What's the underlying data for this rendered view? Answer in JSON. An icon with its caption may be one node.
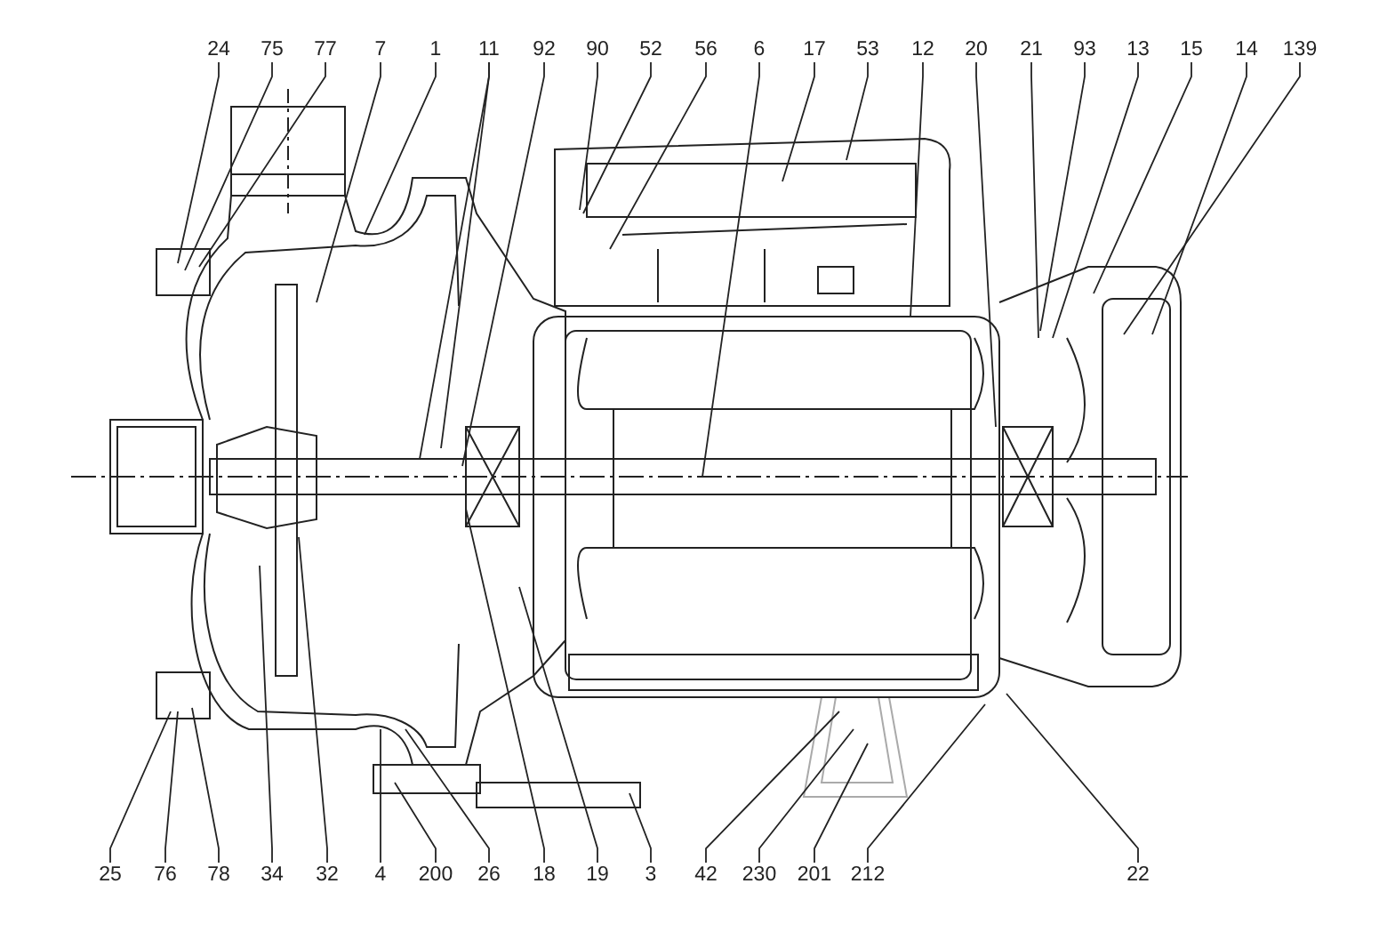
{
  "diagram": {
    "nodes": [
      {
        "text": [
          "24"
        ]
      },
      {
        "text": [
          "75"
        ]
      },
      {
        "text": [
          "77"
        ]
      },
      {
        "text": [
          "7"
        ]
      },
      {
        "text": [
          "1"
        ]
      },
      {
        "text": [
          "11"
        ]
      },
      {
        "text": [
          "92"
        ]
      },
      {
        "text": [
          "90"
        ]
      },
      {
        "text": [
          "52"
        ]
      },
      {
        "text": [
          "56"
        ]
      },
      {
        "text": [
          "6"
        ]
      },
      {
        "text": [
          "17"
        ]
      },
      {
        "text": [
          "53"
        ]
      },
      {
        "text": [
          "12"
        ]
      },
      {
        "text": [
          "20"
        ]
      },
      {
        "text": [
          "21"
        ]
      },
      {
        "text": [
          "93"
        ]
      },
      {
        "text": [
          "13"
        ]
      },
      {
        "text": [
          "15"
        ]
      },
      {
        "text": [
          "14"
        ]
      },
      {
        "text": [
          "139"
        ]
      },
      {
        "text": [
          "25"
        ]
      },
      {
        "text": [
          "76"
        ]
      },
      {
        "text": [
          "78"
        ]
      },
      {
        "text": [
          "34"
        ]
      },
      {
        "text": [
          "32"
        ]
      },
      {
        "text": [
          "4"
        ]
      },
      {
        "text": [
          "200"
        ]
      },
      {
        "text": [
          "26"
        ]
      },
      {
        "text": [
          "18"
        ]
      },
      {
        "text": [
          "19"
        ]
      },
      {
        "text": [
          "3"
        ]
      },
      {
        "text": [
          "42"
        ]
      },
      {
        "text": [
          "230"
        ]
      },
      {
        "text": [
          "201"
        ]
      },
      {
        "text": [
          "212"
        ]
      },
      {
        "text": [
          "22"
        ]
      }
    ],
    "edges": [
      {
        "from": 0,
        "to": null,
        "arrow": "none"
      },
      {
        "from": 1,
        "to": null,
        "arrow": "none"
      },
      {
        "from": 2,
        "to": null,
        "arrow": "none"
      },
      {
        "from": 3,
        "to": null,
        "arrow": "none"
      },
      {
        "from": 4,
        "to": null,
        "arrow": "none"
      },
      {
        "from": 5,
        "to": null,
        "arrow": "none"
      },
      {
        "from": 5,
        "to": null,
        "arrow": "none"
      },
      {
        "from": 6,
        "to": null,
        "arrow": "none"
      },
      {
        "from": 7,
        "to": null,
        "arrow": "none"
      },
      {
        "from": 8,
        "to": null,
        "arrow": "none"
      },
      {
        "from": 9,
        "to": null,
        "arrow": "none"
      },
      {
        "from": 10,
        "to": null,
        "arrow": "none"
      },
      {
        "from": 11,
        "to": null,
        "arrow": "none"
      },
      {
        "from": 12,
        "to": null,
        "arrow": "none"
      },
      {
        "from": 13,
        "to": null,
        "arrow": "none"
      },
      {
        "from": 14,
        "to": null,
        "arrow": "none"
      },
      {
        "from": 15,
        "to": null,
        "arrow": "none"
      },
      {
        "from": 16,
        "to": null,
        "arrow": "none"
      },
      {
        "from": 17,
        "to": null,
        "arrow": "none"
      },
      {
        "from": 18,
        "to": null,
        "arrow": "none"
      },
      {
        "from": 19,
        "to": null,
        "arrow": "none"
      },
      {
        "from": 20,
        "to": null,
        "arrow": "none"
      },
      {
        "from": 21,
        "to": null,
        "arrow": "none"
      },
      {
        "from": 22,
        "to": null,
        "arrow": "none"
      },
      {
        "from": 23,
        "to": null,
        "arrow": "none"
      },
      {
        "from": 24,
        "to": null,
        "arrow": "none"
      },
      {
        "from": 25,
        "to": null,
        "arrow": "none"
      },
      {
        "from": 26,
        "to": null,
        "arrow": "none"
      },
      {
        "from": 27,
        "to": null,
        "arrow": "none"
      },
      {
        "from": 28,
        "to": null,
        "arrow": "none"
      },
      {
        "from": 29,
        "to": null,
        "arrow": "none"
      },
      {
        "from": 30,
        "to": null,
        "arrow": "none"
      },
      {
        "from": 31,
        "to": null,
        "arrow": "none"
      },
      {
        "from": 32,
        "to": null,
        "arrow": "none"
      },
      {
        "from": 33,
        "to": null,
        "arrow": "none"
      },
      {
        "from": 34,
        "to": null,
        "arrow": "none"
      },
      {
        "from": 35,
        "to": null,
        "arrow": "none"
      },
      {
        "from": 36,
        "to": null,
        "arrow": "none"
      }
    ]
  }
}
